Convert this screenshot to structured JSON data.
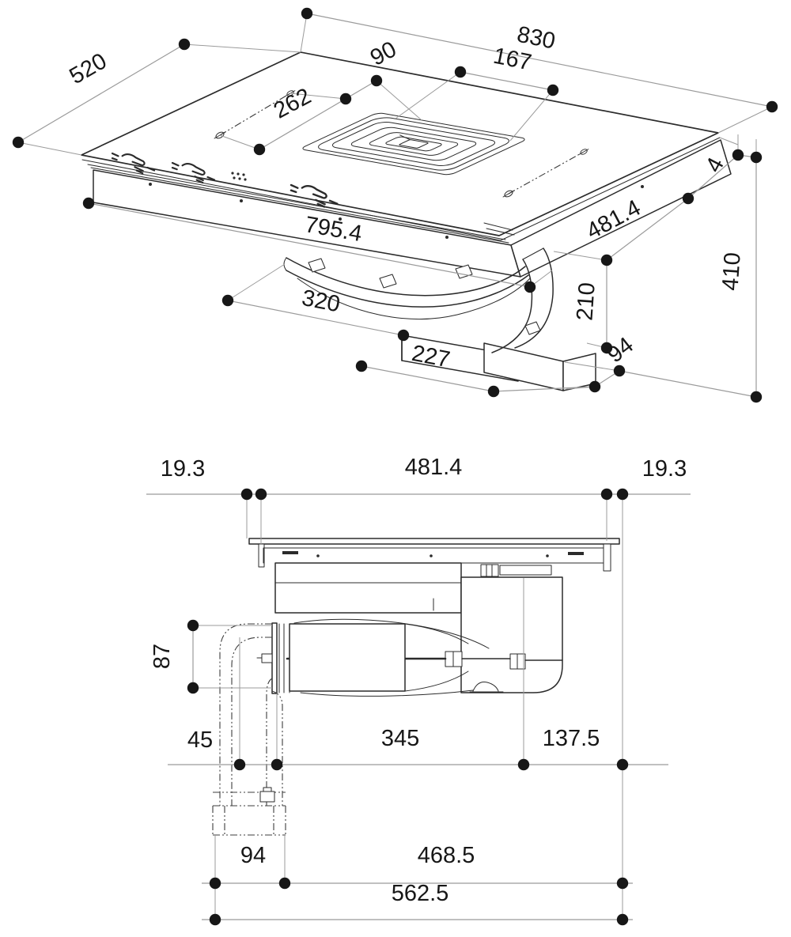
{
  "iso": {
    "overall_width": "830",
    "overall_depth": "520",
    "grille_offset": "90",
    "grille_width": "167",
    "fixing_pitch": "262",
    "frame_width": "795.4",
    "housing_width": "320",
    "duct_width": "227",
    "glass_thickness": "4",
    "cutout_depth": "481.4",
    "housing_height": "210",
    "overall_height": "410",
    "duct_depth": "94"
  },
  "side": {
    "overhang_left": "19.3",
    "cutout_width": "481.4",
    "overhang_right": "19.3",
    "spigot_height": "87",
    "offset_front": "45",
    "body_length": "345",
    "offset_right": "137.5",
    "duct_width": "94",
    "length_mid": "468.5",
    "length_total": "562.5"
  },
  "colors": {
    "background": "#ffffff",
    "drawing_line": "#2b2b2b",
    "dimension_line": "#9b9b9b",
    "text": "#171717"
  }
}
